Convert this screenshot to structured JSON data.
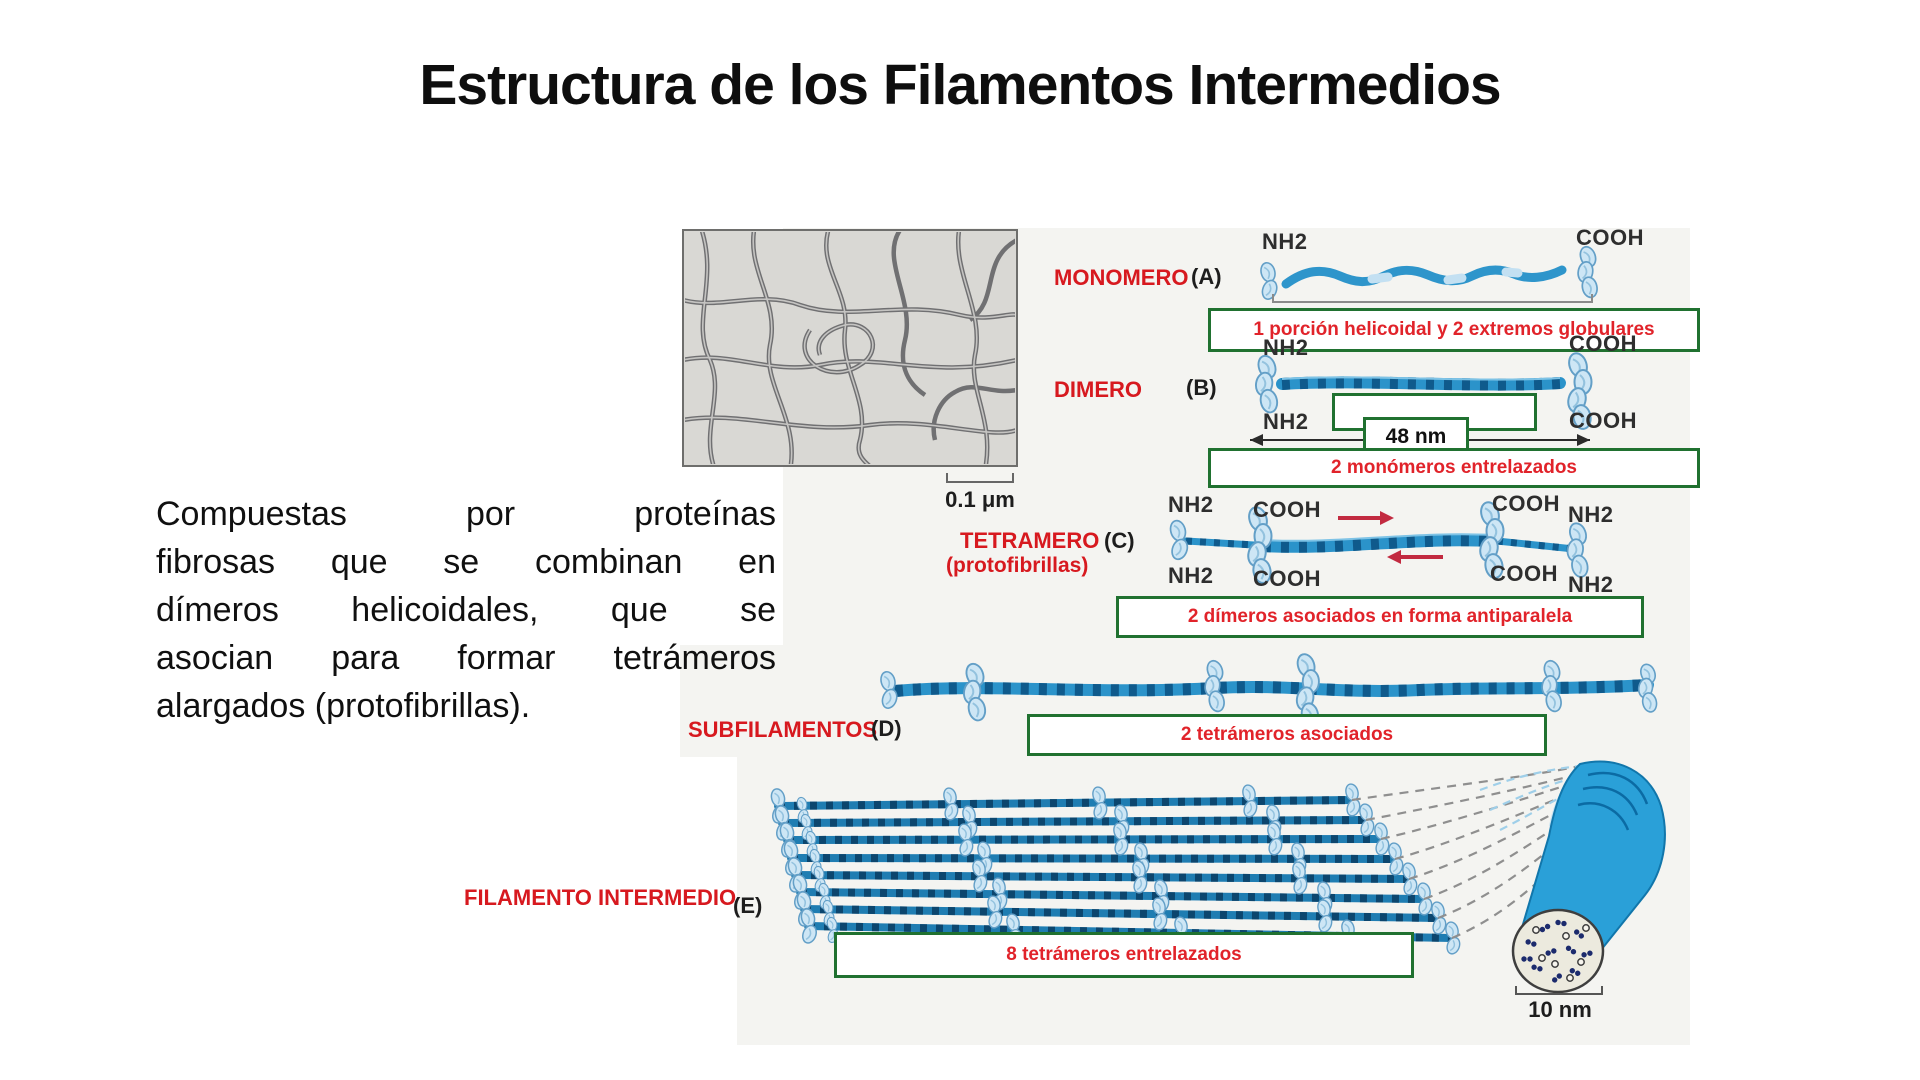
{
  "title": "Estructura de los Filamentos Intermedios",
  "paragraph": {
    "lines": [
      "Compuestas por proteínas",
      "fibrosas que se combinan en",
      "dímeros helicoidales, que se",
      "asocian para formar tetrámeros",
      "alargados (protofibrillas)."
    ]
  },
  "micrograph": {
    "scale_label": "0.1 μm"
  },
  "chem": {
    "nh2": "NH2",
    "cooh": "COOH"
  },
  "rows": {
    "monomer": {
      "label": "MONOMERO",
      "letter": "(A)",
      "caption": "1 porción helicoidal y 2 extremos globulares"
    },
    "dimer": {
      "label": "DIMERO",
      "letter": "(B)",
      "caption": "2 monómeros entrelazados",
      "measure": "48 nm"
    },
    "tetramer": {
      "label": "TETRAMERO",
      "sublabel": "(protofibrillas)",
      "letter": "(C)",
      "caption": "2 dímeros asociados en forma antiparalela"
    },
    "subfilament": {
      "label": "SUBFILAMENTOS",
      "letter": "(D)",
      "caption": "2 tetrámeros asociados"
    },
    "filament": {
      "label": "FILAMENTO INTERMEDIO",
      "letter": "(E)",
      "caption": "8 tetrámeros entrelazados",
      "scale_label": "10 nm"
    }
  },
  "colors": {
    "label_red": "#d7191f",
    "caption_red": "#e1232a",
    "box_border_green": "#207130",
    "filament_blue": "#2b93ca",
    "arrow_red": "#c22a40"
  }
}
